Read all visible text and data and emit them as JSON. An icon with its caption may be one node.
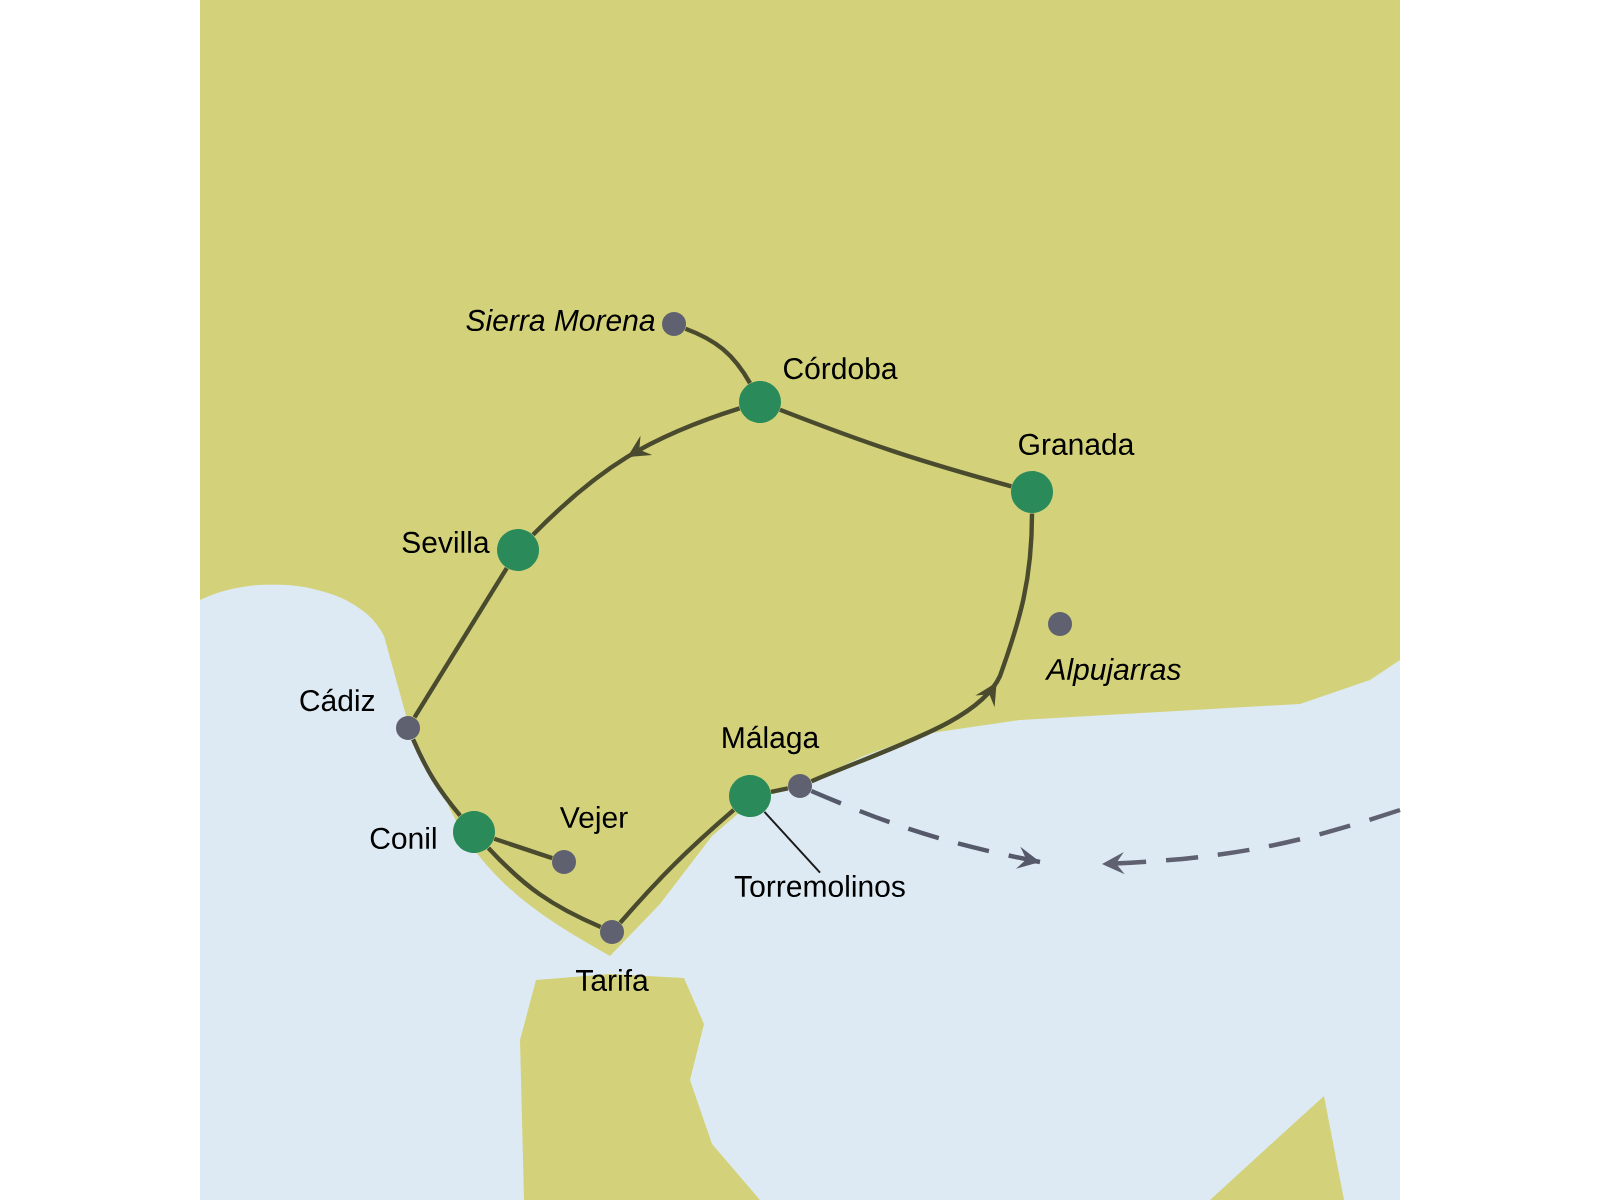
{
  "diagram": {
    "nodes": [
      {
        "text": [],
        "shape": "circle",
        "beside": [
          "Sierra Morena"
        ]
      },
      {
        "text": [],
        "shape": "circle",
        "beside": [
          "Córdoba"
        ]
      },
      {
        "text": [],
        "shape": "circle",
        "beside": [
          "Granada"
        ]
      },
      {
        "text": [],
        "shape": "circle",
        "beside": [
          "Alpujarras"
        ]
      },
      {
        "text": [],
        "shape": "circle",
        "beside": [
          "Sevilla"
        ]
      },
      {
        "text": [],
        "shape": "circle",
        "beside": [
          "Cádiz"
        ]
      },
      {
        "text": [],
        "shape": "circle",
        "beside": [
          "Conil"
        ]
      },
      {
        "text": [],
        "shape": "circle",
        "beside": [
          "Vejer"
        ]
      },
      {
        "text": [],
        "shape": "circle",
        "beside": [
          "Tarifa"
        ]
      },
      {
        "text": [],
        "shape": "circle"
      },
      {
        "text": [],
        "shape": "circle",
        "beside": [
          "Málaga"
        ]
      },
      {
        "text": [
          "Torremolinos"
        ]
      }
    ],
    "edges": [
      {
        "from": 0,
        "to": 1,
        "arrow": "none"
      },
      {
        "from": 1,
        "to": 4,
        "arrow": "to"
      },
      {
        "from": 4,
        "to": 5,
        "arrow": "none"
      },
      {
        "from": 5,
        "to": 6,
        "arrow": "none"
      },
      {
        "from": 6,
        "to": 7,
        "arrow": "none"
      },
      {
        "from": 6,
        "to": 8,
        "arrow": "none"
      },
      {
        "from": 8,
        "to": 9,
        "arrow": "none"
      },
      {
        "from": 9,
        "to": 10,
        "arrow": "none"
      },
      {
        "from": 10,
        "to": 2,
        "arrow": "to"
      },
      {
        "from": 2,
        "to": 1,
        "arrow": "none"
      },
      {
        "from": 11,
        "to": 9,
        "arrow": "none",
        "color": "#1a1a1a"
      },
      {
        "from": 10,
        "to": null,
        "arrow": "to",
        "style": "dashed",
        "color": "#55596a"
      }
    ]
  }
}
